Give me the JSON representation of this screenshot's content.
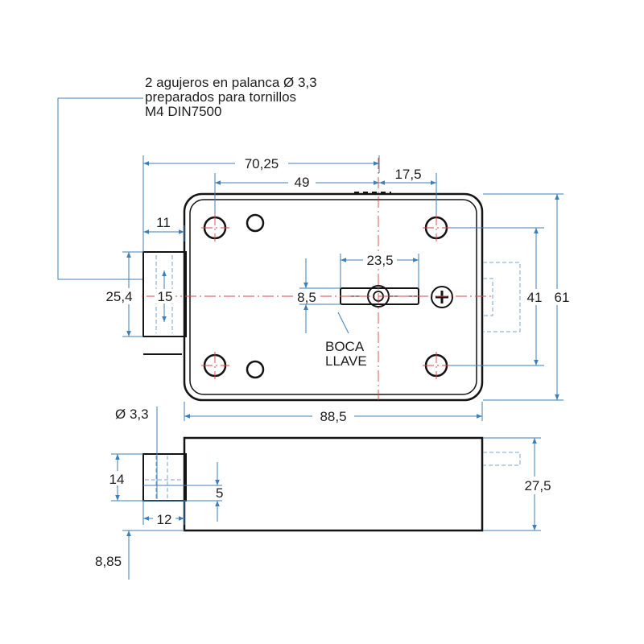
{
  "note": {
    "line1": "2 agujeros en palanca Ø 3,3",
    "line2": "preparados para tornillos",
    "line3": "M4 DIN7500"
  },
  "dimensions": {
    "total_width_top": "70,25",
    "hole_spacing": "49",
    "right_offset": "17,5",
    "bolt_length": "11",
    "key_slot_width": "23,5",
    "key_slot_height": "8,5",
    "bolt_height_outer": "25,4",
    "bolt_height_inner": "15",
    "hole_vertical_spacing": "41",
    "body_height": "61",
    "body_width": "88,5",
    "pin_diameter": "Ø 3,3",
    "bolt_thickness": "14",
    "bolt_offset": "5",
    "bolt_depth": "12",
    "body_depth": "27,5",
    "bottom_offset": "8,85"
  },
  "keyhole": {
    "line1": "BOCA",
    "line2": "LLAVE"
  },
  "colors": {
    "outline": "#141414",
    "dimension": "#3d7fb8",
    "centerline": "#d64545",
    "text": "#1e1e1e"
  }
}
